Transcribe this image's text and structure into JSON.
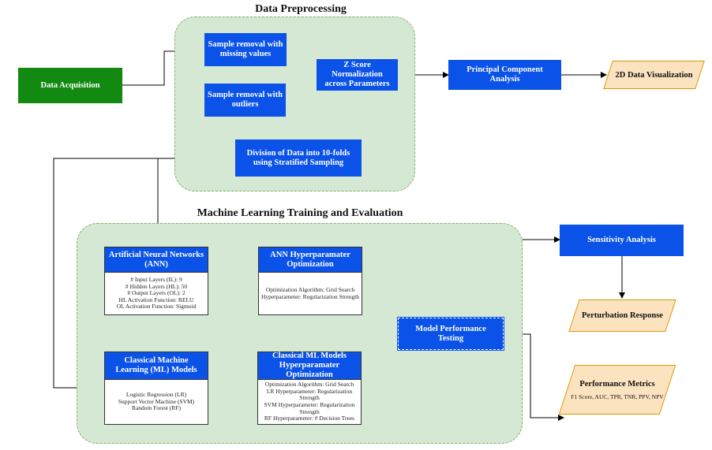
{
  "sections": {
    "preprocessing_title": "Data Preprocessing",
    "ml_title": "Machine Learning Training and Evaluation"
  },
  "nodes": {
    "data_acquisition": "Data Acquisition",
    "sample_removal_missing": "Sample removal with missing values",
    "sample_removal_outliers": "Sample removal with outliers",
    "z_score": "Z Score Normalization across Parameters",
    "pca": "Principal Component Analysis",
    "visualization_2d": "2D Data Visualization",
    "division_folds": "Division of Data into 10-folds using Stratified Sampling",
    "model_testing": "Model Performance Testing",
    "sensitivity": "Sensitivity Analysis",
    "perturbation": "Perturbation Response",
    "performance_metrics": "Performance Metrics",
    "performance_metrics_detail": "F1 Score, AUC, TPR, TNR, PPV, NPV"
  },
  "cards": {
    "ann": {
      "title": "Artificial Neural Networks (ANN)",
      "lines": [
        "# Input Layers (IL): 9",
        "# Hidden Layers (HL): 50",
        "# Output Layers (OL): 2",
        "HL Activation Function: RELU",
        "OL Activation Function: Sigmoid"
      ]
    },
    "ann_opt": {
      "title": "ANN Hyperparamater Optimization",
      "lines": [
        "Optimization Algorithm: Grid Search",
        "Hyperparameter: Regularization Strength"
      ]
    },
    "ml": {
      "title": "Classical Machine Learning (ML) Models",
      "lines": [
        "Logistic Regression (LR)",
        "Support Vector Machine (SVM)",
        "Random Forest (RF)"
      ]
    },
    "ml_opt": {
      "title": "Classical ML Models Hyperparamater Optimization",
      "lines": [
        "Optimization Algorithm: Grid Search",
        "LR Hyperparameter: Regularization Strength",
        "SVM Hyperparameter: Regularization Strength",
        "RF Hyperparameter: # Decision Trees"
      ]
    }
  },
  "colors": {
    "process_blue": "#0a52e8",
    "acquisition_green": "#128a12",
    "region_fill": "#d5e8d4",
    "region_border": "#82b366",
    "output_fill": "#fce3c0",
    "output_border": "#d79b00"
  }
}
